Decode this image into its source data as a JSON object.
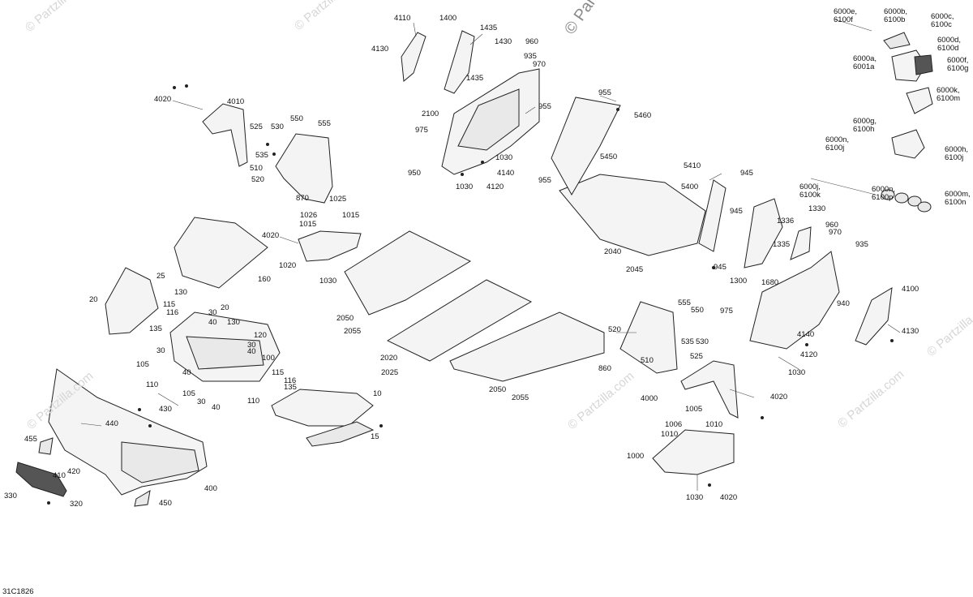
{
  "diagram": {
    "reference_code": "31C1826",
    "watermarks": [
      "© Partzilla",
      "© Partzilla.com",
      "© Partzilla",
      "© Partzilla.com",
      "© Partzilla.com",
      "© Partzilla.com",
      "© Partzilla.com"
    ],
    "labels": [
      "4110",
      "1400",
      "1435",
      "1430",
      "960",
      "935",
      "970",
      "4130",
      "1435",
      "955",
      "2100",
      "975",
      "1030",
      "4140",
      "950",
      "1030",
      "4120",
      "955",
      "5460",
      "5450",
      "955",
      "5410",
      "945",
      "5400",
      "945",
      "2040",
      "2045",
      "945",
      "4020",
      "4010",
      "525",
      "530",
      "535",
      "510",
      "520",
      "550",
      "555",
      "870",
      "1025",
      "1026",
      "1015",
      "1015",
      "4020",
      "1020",
      "1030",
      "2050",
      "2055",
      "2020",
      "2025",
      "2050",
      "2055",
      "160",
      "25",
      "20",
      "130",
      "115",
      "116",
      "135",
      "30",
      "40",
      "20",
      "130",
      "120",
      "30",
      "40",
      "100",
      "30",
      "40",
      "105",
      "110",
      "115",
      "116",
      "135",
      "105",
      "30",
      "40",
      "110",
      "10",
      "15",
      "430",
      "440",
      "455",
      "410",
      "420",
      "400",
      "330",
      "320",
      "450",
      "555",
      "550",
      "520",
      "535",
      "530",
      "860",
      "510",
      "525",
      "4000",
      "4020",
      "1005",
      "1006",
      "1010",
      "1010",
      "1000",
      "1030",
      "4020",
      "1336",
      "1330",
      "1335",
      "1300",
      "960",
      "970",
      "935",
      "1680",
      "975",
      "940",
      "4140",
      "4120",
      "1030",
      "4100",
      "4130",
      "6000e,\n6100f",
      "6000b,\n6100b",
      "6000c,\n6100c",
      "6000d,\n6100d",
      "6000a,\n6001a",
      "6000f,\n6100g",
      "6000k,\n6100m",
      "6000g,\n6100h",
      "6000h,\n6100j",
      "6000n,\n6100j",
      "6000j,\n6100k",
      "6000m,\n6100n",
      "6000n,\n6100p"
    ]
  }
}
